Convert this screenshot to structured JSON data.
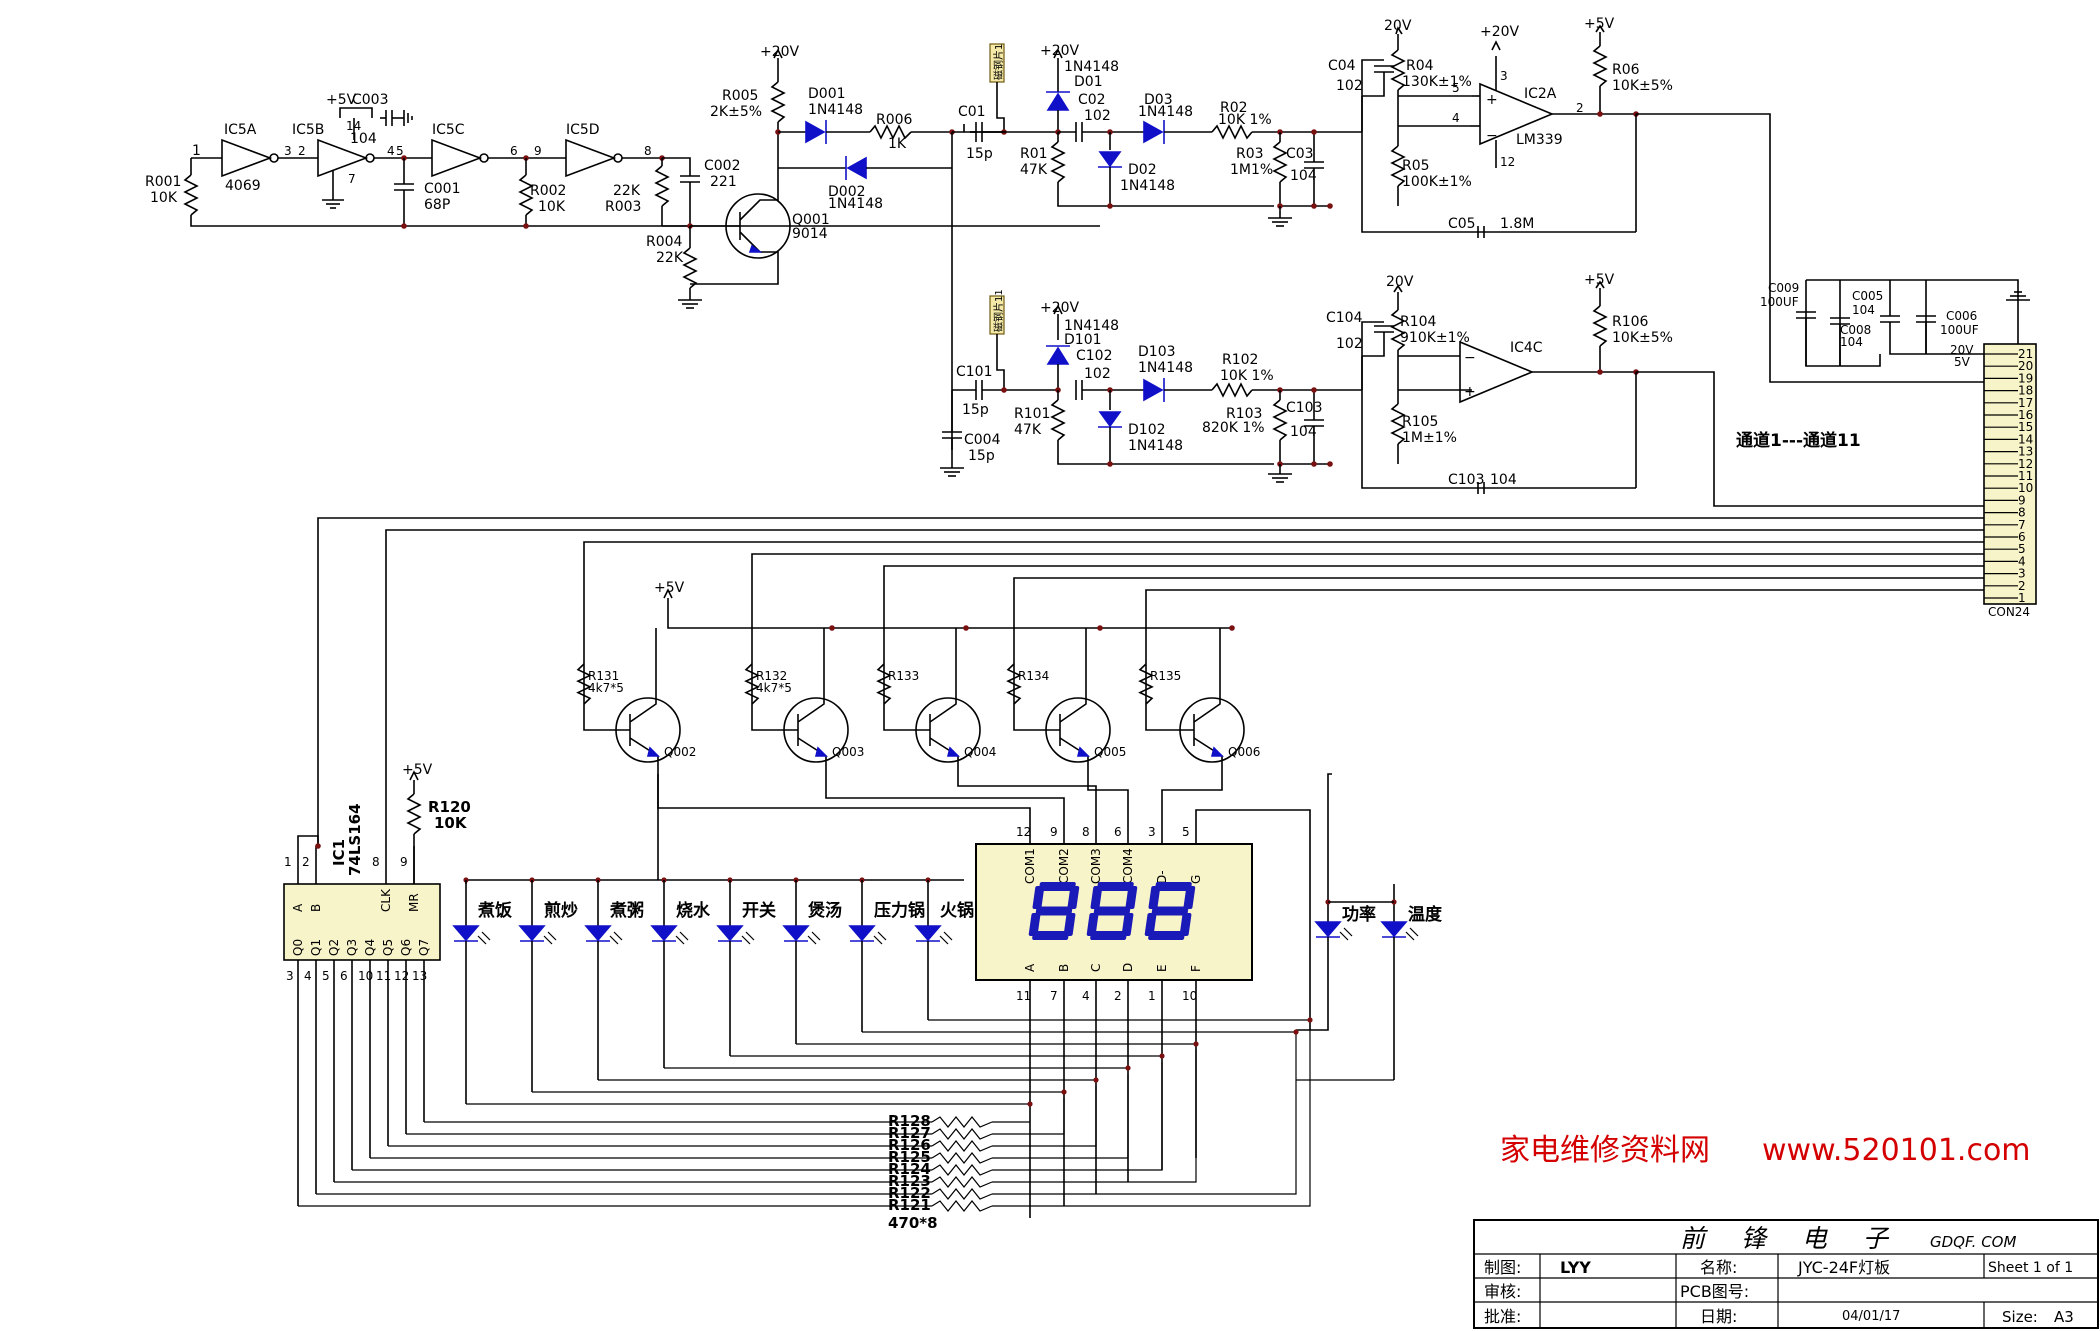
{
  "ics": {
    "ic5a": "IC5A",
    "ic5a_type": "4069",
    "ic5b": "IC5B",
    "ic5c": "IC5C",
    "ic5d": "IC5D",
    "ic2a": "IC2A",
    "ic2a_type": "LM339",
    "ic4c": "IC4C",
    "ic1": "IC1",
    "ic1_type": "74LS164",
    "con": "CON24"
  },
  "supplies": {
    "p5v": "+5V",
    "p20v": "+20V",
    "v20": "20V",
    "sv": "+5V"
  },
  "components": {
    "r001": "R001",
    "r001_v": "10K",
    "c003": "C003",
    "c003_v": "104",
    "c001": "C001",
    "c001_v": "68P",
    "r002": "R002",
    "r002_v": "10K",
    "r003": "R003",
    "r003_v": "22K",
    "c002": "C002",
    "c002_v": "221",
    "r004": "R004",
    "r004_v": "22K",
    "r005": "R005",
    "r005_v": "2K±5%",
    "d001": "D001",
    "d001_v": "1N4148",
    "d002": "D002",
    "d002_v": "1N4148",
    "q001": "Q001",
    "q001_v": "9014",
    "r006": "R006",
    "r006_v": "1K",
    "c01": "C01",
    "c01_v": "15p",
    "d01": "D01",
    "d01_v": "1N4148",
    "c02": "C02",
    "c02_v": "102",
    "d02": "D02",
    "d02_v": "1N4148",
    "d03": "D03",
    "d03_v": "1N4148",
    "r01": "R01",
    "r01_v": "47K",
    "r02": "R02",
    "r02_v": "10K  1%",
    "r03": "R03",
    "r03_v": "1M1%",
    "c03": "C03",
    "c03_v": "104",
    "c04": "C04",
    "c04_v": "102",
    "r04": "R04",
    "r04_v": "130K±1%",
    "r05": "R05",
    "r05_v": "100K±1%",
    "r06": "R06",
    "r06_v": "10K±5%",
    "c05": "C05",
    "c05_v": "1.8M",
    "c101": "C101",
    "c101_v": "15p",
    "c004": "C004",
    "c004_v": "15p",
    "d101": "D101",
    "d101_v": "1N4148",
    "c102": "C102",
    "c102_v": "102",
    "d102": "D102",
    "d102_v": "1N4148",
    "d103": "D103",
    "d103_v": "1N4148",
    "r101": "R101",
    "r101_v": "47K",
    "r102": "R102",
    "r102_v": "10K  1%",
    "r103": "R103",
    "r103_v": "820K  1%",
    "c103": "C103",
    "c103_v": "104",
    "c104": "C104",
    "c104_v": "102",
    "r104": "R104",
    "r104_v": "910K±1%",
    "r105": "R105",
    "r105_v": "1M±1%",
    "r106": "R106",
    "r106_v": "10K±5%",
    "c103b": "C103",
    "c103b_v": "104",
    "c009": "C009",
    "c009_v": "100UF",
    "c005": "C005",
    "c005_v": "104",
    "c008": "C008",
    "c008_v": "104",
    "c006": "C006",
    "c006_v": "100UF",
    "r131": "R131",
    "r131_v": "4k7*5",
    "r132": "R132",
    "r132_v": "4k7*5",
    "r133": "R133",
    "r134": "R134",
    "r135": "R135",
    "q002": "Q002",
    "q003": "Q003",
    "q004": "Q004",
    "q005": "Q005",
    "q006": "Q006",
    "r120": "R120",
    "r120_v": "10K",
    "rnet": [
      "R128",
      "R127",
      "R126",
      "R125",
      "R124",
      "R123",
      "R122",
      "R121"
    ],
    "rnet_v": "470*8"
  },
  "tags": {
    "tag1": "磁钢片1",
    "tag11": "磁钢片11"
  },
  "channel_note": "通道1---通道11",
  "con_pins": [
    "21",
    "20",
    "19",
    "18",
    "17",
    "16",
    "15",
    "14",
    "13",
    "12",
    "11",
    "10",
    "9",
    "8",
    "7",
    "6",
    "5",
    "4",
    "3",
    "2",
    "1"
  ],
  "con_pin_labels": {
    "p20": "20V",
    "p19": "5V"
  },
  "leds": [
    "煮饭",
    "煎炒",
    "煮粥",
    "烧水",
    "开关",
    "煲汤",
    "压力锅",
    "火锅"
  ],
  "leds_right": [
    "功率",
    "温度"
  ],
  "display": {
    "digits": "888",
    "top_pins": [
      "COM1",
      "COM2",
      "COM3",
      "COM4",
      "D-",
      "G"
    ],
    "top_nums": [
      "12",
      "9",
      "8",
      "6",
      "3",
      "5"
    ],
    "bottom_pins": [
      "A",
      "B",
      "C",
      "D",
      "E",
      "F"
    ],
    "bottom_nums": [
      "11",
      "7",
      "4",
      "2",
      "1",
      "10"
    ]
  },
  "ic1_pins": {
    "top_nums": [
      "1",
      "2",
      "8",
      "9"
    ],
    "top_names": [
      "A",
      "B",
      "CLK",
      "MR"
    ],
    "bottom_names": [
      "Q0",
      "Q1",
      "Q2",
      "Q3",
      "Q4",
      "Q5",
      "Q6",
      "Q7"
    ],
    "bottom_nums": [
      "3",
      "4",
      "5",
      "6",
      "10",
      "11",
      "12",
      "13"
    ]
  },
  "watermark": {
    "site_name": "家电维修资料网",
    "url": "www.520101.com"
  },
  "title_block": {
    "company": "前 锋 电 子",
    "company_url": "GDQF. COM",
    "drawn_label": "制图:",
    "drawn_by": "LYY",
    "name_label": "名称:",
    "name": "JYC-24F灯板",
    "sheet": "Sheet 1 of 1",
    "review_label": "审核:",
    "pcb_label": "PCB图号:",
    "approve_label": "批准:",
    "date_label": "日期:",
    "date": "04/01/17",
    "size_label": "Size:",
    "size": "A3"
  }
}
